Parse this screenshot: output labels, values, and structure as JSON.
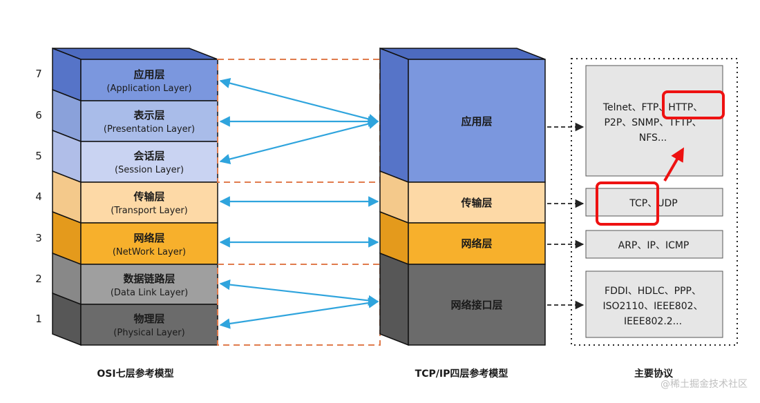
{
  "osi": {
    "caption": "OSI七层参考模型",
    "layers": [
      {
        "num": "7",
        "zh": "应用层",
        "en": "(Application Layer)"
      },
      {
        "num": "6",
        "zh": "表示层",
        "en": "(Presentation Layer)"
      },
      {
        "num": "5",
        "zh": "会话层",
        "en": "(Session Layer)"
      },
      {
        "num": "4",
        "zh": "传输层",
        "en": "(Transport Layer)"
      },
      {
        "num": "3",
        "zh": "网络层",
        "en": "(NetWork Layer)"
      },
      {
        "num": "2",
        "zh": "数据链路层",
        "en": "(Data Link Layer)"
      },
      {
        "num": "1",
        "zh": "物理层",
        "en": "(Physical Layer)"
      }
    ]
  },
  "tcpip": {
    "caption": "TCP/IP四层参考模型",
    "layers": [
      {
        "zh": "应用层"
      },
      {
        "zh": "传输层"
      },
      {
        "zh": "网络层"
      },
      {
        "zh": "网络接口层"
      }
    ]
  },
  "protocols": {
    "caption": "主要协议",
    "boxes": [
      {
        "lines": [
          "Telnet、FTP、HTTP、",
          "P2P、SNMP、TFTP、",
          "NFS..."
        ]
      },
      {
        "lines": [
          "TCP、UDP"
        ]
      },
      {
        "lines": [
          "ARP、IP、ICMP"
        ]
      },
      {
        "lines": [
          "FDDI、HDLC、PPP、",
          "ISO2110、IEEE802、",
          "IEEE802.2..."
        ]
      }
    ]
  },
  "watermark": "@稀土掘金技术社区",
  "colors": {
    "app": "#7b97de",
    "presentation": "#a9bce9",
    "session": "#c9d3f2",
    "transport": "#fdd9a6",
    "network": "#f7b02c",
    "datalink": "#9f9f9f",
    "physical": "#6b6b6b",
    "arrow": "#2fa4dd",
    "highlight": "#ee1111",
    "dashed": "#e07b4c"
  }
}
